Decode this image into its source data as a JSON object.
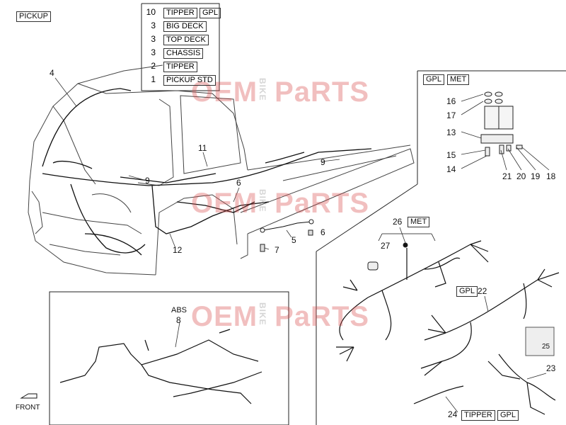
{
  "pickup_tag": "PICKUP",
  "kit_table": [
    {
      "qty": "10",
      "variant": "TIPPER",
      "variant2": "GPL"
    },
    {
      "qty": "3",
      "variant": "BIG DECK"
    },
    {
      "qty": "3",
      "variant": "TOP DECK"
    },
    {
      "qty": "3",
      "variant": "CHASSIS"
    },
    {
      "qty": "2",
      "variant": "TIPPER"
    },
    {
      "qty": "1",
      "variant": "PICKUP STD"
    }
  ],
  "watermark": {
    "oem": "OEM",
    "bike": "BIKE",
    "parts": "PaRTS",
    "color": "#d94a4a"
  },
  "relay_box_tags": {
    "a": "GPL",
    "b": "MET"
  },
  "callouts": {
    "n1": "4",
    "n2": "11",
    "n3": "9",
    "n4": "9",
    "n5": "6",
    "n6": "6",
    "n7": "5",
    "n8": "7",
    "n9": "12",
    "n10": "16",
    "n11": "17",
    "n12": "13",
    "n13": "15",
    "n14": "14",
    "n15": "21",
    "n16": "20",
    "n17": "19",
    "n18": "18",
    "n19": "26",
    "n20": "27",
    "n21": "22",
    "n22": "23",
    "n23": "25",
    "n24": "24",
    "n25": "ABS",
    "n26": "8"
  },
  "tags": {
    "met26": "MET",
    "gpl22": "GPL",
    "tipper24": "TIPPER",
    "gpl24": "GPL"
  },
  "front_label": "FRONT"
}
